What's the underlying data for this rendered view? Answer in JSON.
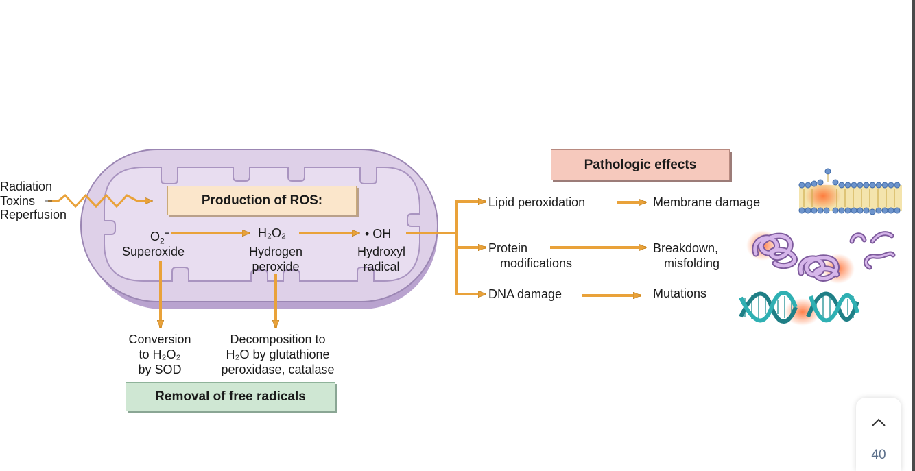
{
  "stimuli": {
    "line1": "Radiation",
    "line2": "Toxins",
    "line3": "Reperfusion"
  },
  "production_box": "Production of ROS:",
  "ros_species": [
    {
      "symbol_base": "O",
      "symbol_sub": "2",
      "symbol_sup": "−",
      "name_line1": "Superoxide",
      "name_line2": ""
    },
    {
      "symbol": "H₂O₂",
      "name_line1": "Hydrogen",
      "name_line2": "peroxide"
    },
    {
      "symbol": "• OH",
      "name_line1": "Hydroxyl",
      "name_line2": "radical"
    }
  ],
  "removal": {
    "sod_line1": "Conversion",
    "sod_line2": "to H₂O₂",
    "sod_line3": "by SOD",
    "gpx_line1": "Decomposition to",
    "gpx_line2": "H₂O by glutathione",
    "gpx_line3": "peroxidase, catalase",
    "box": "Removal of free radicals"
  },
  "pathologic_box": "Pathologic effects",
  "effects": [
    {
      "cause_line1": "Lipid peroxidation",
      "cause_line2": "",
      "result_line1": "Membrane damage",
      "result_line2": ""
    },
    {
      "cause_line1": "Protein",
      "cause_line2": "modifications",
      "result_line1": "Breakdown,",
      "result_line2": "misfolding"
    },
    {
      "cause_line1": "DNA damage",
      "cause_line2": "",
      "result_line1": "Mutations",
      "result_line2": ""
    }
  ],
  "illustrations": [
    "membrane-illustration",
    "misfolded-protein-illustration",
    "dna-helix-illustration"
  ],
  "page_indicator": "40",
  "colors": {
    "cell_fill": "#ded0e8",
    "cell_stroke": "#9b86b3",
    "arrow": "#e9a23a",
    "ros_box": "#fbe6cb",
    "pathologic_box": "#f6c9bd",
    "removal_box": "#cfe7d3"
  }
}
